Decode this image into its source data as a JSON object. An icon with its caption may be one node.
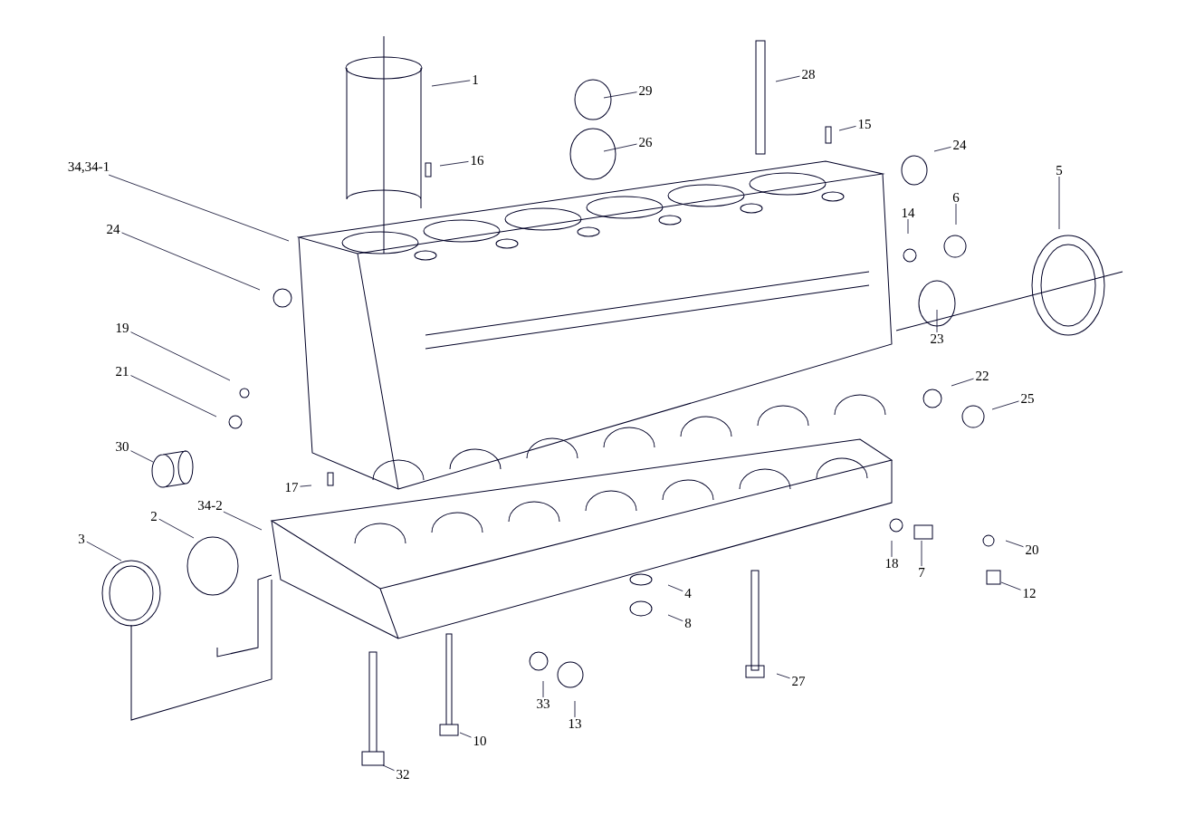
{
  "diagram": {
    "nodes": [
      {
        "text": [
          "1"
        ]
      },
      {
        "text": [
          "16"
        ]
      },
      {
        "text": [
          "34,34-1"
        ]
      },
      {
        "text": [
          "24"
        ]
      },
      {
        "text": [
          "19"
        ]
      },
      {
        "text": [
          "21"
        ]
      },
      {
        "text": [
          "30"
        ]
      },
      {
        "text": [
          "17"
        ]
      },
      {
        "text": [
          "34-2"
        ]
      },
      {
        "text": [
          "2"
        ]
      },
      {
        "text": [
          "3"
        ]
      },
      {
        "text": [
          "29"
        ]
      },
      {
        "text": [
          "26"
        ]
      },
      {
        "text": [
          "28"
        ]
      },
      {
        "text": [
          "15"
        ]
      },
      {
        "text": [
          "24"
        ]
      },
      {
        "text": [
          "14"
        ]
      },
      {
        "text": [
          "6"
        ]
      },
      {
        "text": [
          "5"
        ]
      },
      {
        "text": [
          "23"
        ]
      },
      {
        "text": [
          "22"
        ]
      },
      {
        "text": [
          "25"
        ]
      },
      {
        "text": [
          "18"
        ]
      },
      {
        "text": [
          "7"
        ]
      },
      {
        "text": [
          "20"
        ]
      },
      {
        "text": [
          "12"
        ]
      },
      {
        "text": [
          "4"
        ]
      },
      {
        "text": [
          "8"
        ]
      },
      {
        "text": [
          "27"
        ]
      },
      {
        "text": [
          "33"
        ]
      },
      {
        "text": [
          "13"
        ]
      },
      {
        "text": [
          "10"
        ]
      },
      {
        "text": [
          "32"
        ]
      }
    ],
    "edges": [
      {
        "from": 0,
        "to": null,
        "arrow": "none"
      },
      {
        "from": 1,
        "to": null,
        "arrow": "none"
      },
      {
        "from": 2,
        "to": null,
        "arrow": "none"
      },
      {
        "from": 3,
        "to": null,
        "arrow": "none"
      },
      {
        "from": 4,
        "to": null,
        "arrow": "none"
      },
      {
        "from": 5,
        "to": null,
        "arrow": "none"
      },
      {
        "from": 6,
        "to": null,
        "arrow": "none"
      },
      {
        "from": 7,
        "to": null,
        "arrow": "none"
      },
      {
        "from": 8,
        "to": null,
        "arrow": "none"
      },
      {
        "from": 9,
        "to": null,
        "arrow": "none"
      },
      {
        "from": 10,
        "to": null,
        "arrow": "none"
      },
      {
        "from": 11,
        "to": null,
        "arrow": "none"
      },
      {
        "from": 12,
        "to": null,
        "arrow": "none"
      },
      {
        "from": 13,
        "to": null,
        "arrow": "none"
      },
      {
        "from": 14,
        "to": null,
        "arrow": "none"
      },
      {
        "from": 15,
        "to": null,
        "arrow": "none"
      },
      {
        "from": 16,
        "to": null,
        "arrow": "none"
      },
      {
        "from": 17,
        "to": null,
        "arrow": "none"
      },
      {
        "from": 18,
        "to": null,
        "arrow": "none"
      },
      {
        "from": 19,
        "to": null,
        "arrow": "none"
      },
      {
        "from": 20,
        "to": null,
        "arrow": "none"
      },
      {
        "from": 21,
        "to": null,
        "arrow": "none"
      },
      {
        "from": 22,
        "to": null,
        "arrow": "none"
      },
      {
        "from": 23,
        "to": null,
        "arrow": "none"
      },
      {
        "from": 24,
        "to": null,
        "arrow": "none"
      },
      {
        "from": 25,
        "to": null,
        "arrow": "none"
      },
      {
        "from": 26,
        "to": null,
        "arrow": "none"
      },
      {
        "from": 27,
        "to": null,
        "arrow": "none"
      },
      {
        "from": 28,
        "to": null,
        "arrow": "none"
      },
      {
        "from": 29,
        "to": null,
        "arrow": "none"
      },
      {
        "from": 30,
        "to": null,
        "arrow": "none"
      },
      {
        "from": 31,
        "to": null,
        "arrow": "none"
      },
      {
        "from": 32,
        "to": null,
        "arrow": "none"
      }
    ]
  }
}
